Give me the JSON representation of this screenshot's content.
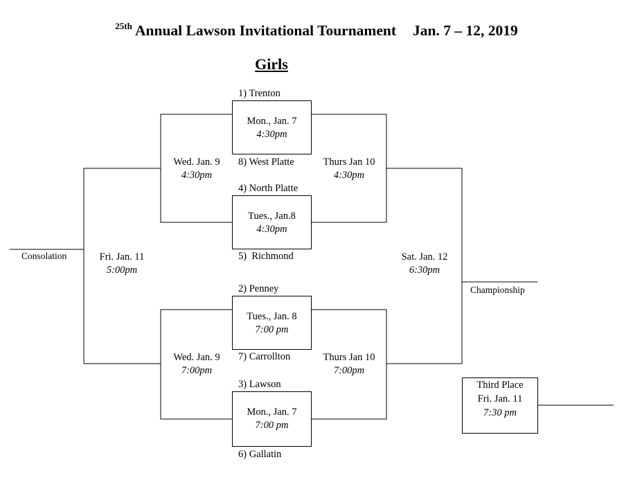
{
  "header": {
    "edition": "25th",
    "title": "Annual Lawson Invitational Tournament",
    "dates": "Jan. 7 – 12, 2019"
  },
  "division": "Girls",
  "first_round": [
    {
      "top_seed": "1) Trenton",
      "day": "Mon., Jan. 7",
      "time": "4:30pm",
      "bottom_seed": "8) West Platte"
    },
    {
      "top_seed": "4) North Platte",
      "day": "Tues., Jan.8",
      "time": "4:30pm",
      "bottom_seed": "5)  Richmond"
    },
    {
      "top_seed": "2) Penney",
      "day": "Tues., Jan. 8",
      "time": "7:00 pm",
      "bottom_seed": "7) Carrollton"
    },
    {
      "top_seed": "3) Lawson",
      "day": "Mon., Jan. 7",
      "time": "7:00 pm",
      "bottom_seed": "6) Gallatin"
    }
  ],
  "consolation_semis": [
    {
      "day": "Wed. Jan. 9",
      "time": "4:30pm"
    },
    {
      "day": "Wed. Jan. 9",
      "time": "7:00pm"
    }
  ],
  "semifinals": [
    {
      "day": "Thurs Jan 10",
      "time": "4:30pm"
    },
    {
      "day": "Thurs Jan 10",
      "time": "7:00pm"
    }
  ],
  "consolation_final": {
    "label": "Consolation",
    "day": "Fri. Jan. 11",
    "time": "5:00pm"
  },
  "championship": {
    "label": "Championship",
    "day": "Sat. Jan. 12",
    "time": "6:30pm"
  },
  "third_place": {
    "label": "Third Place",
    "day": "Fri. Jan. 11",
    "time": "7:30 pm"
  }
}
